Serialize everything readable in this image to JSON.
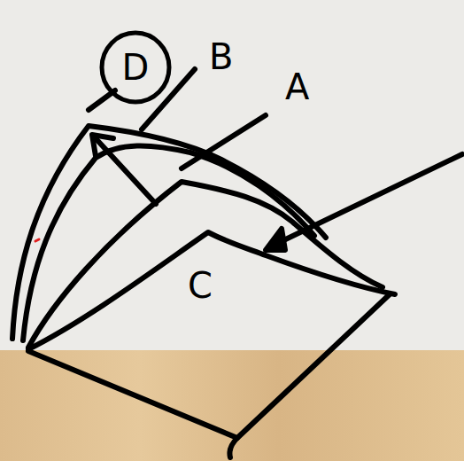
{
  "diagram": {
    "nodes": [
      {
        "text": [
          "D"
        ]
      }
    ],
    "labels": [
      "B",
      "A",
      "C"
    ]
  }
}
